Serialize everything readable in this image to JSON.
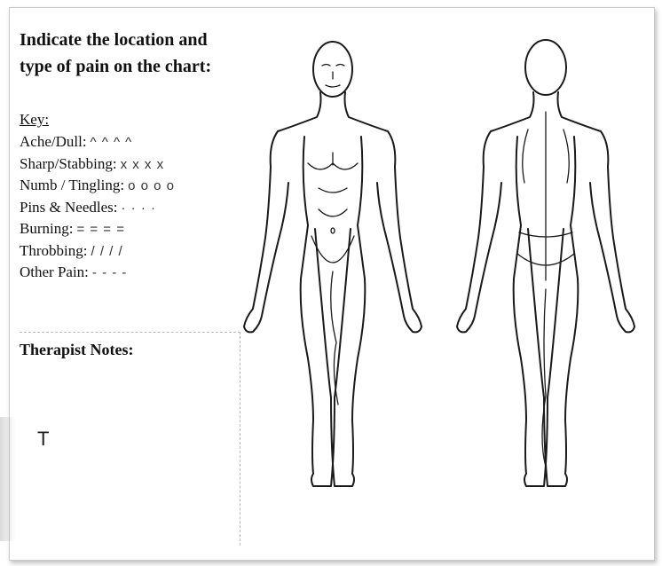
{
  "instructions": {
    "line1": "Indicate the location and",
    "line2": "type of pain on the chart:"
  },
  "key": {
    "heading": "Key:",
    "items": [
      {
        "label": "Ache/Dull:",
        "symbol": "^ ^ ^ ^"
      },
      {
        "label": "Sharp/Stabbing:",
        "symbol": "x x x x"
      },
      {
        "label": "Numb / Tingling:",
        "symbol": "o o o o"
      },
      {
        "label": "Pins & Needles:",
        "symbol": "· · · ·"
      },
      {
        "label": "Burning:",
        "symbol": "= = = ="
      },
      {
        "label": "Throbbing:",
        "symbol": "/ / / /"
      },
      {
        "label": "Other Pain:",
        "symbol": "- - - -"
      }
    ]
  },
  "notes": {
    "title": "Therapist Notes:",
    "entry_text": "T"
  },
  "body_chart": {
    "views": [
      "front-view",
      "back-view"
    ]
  }
}
